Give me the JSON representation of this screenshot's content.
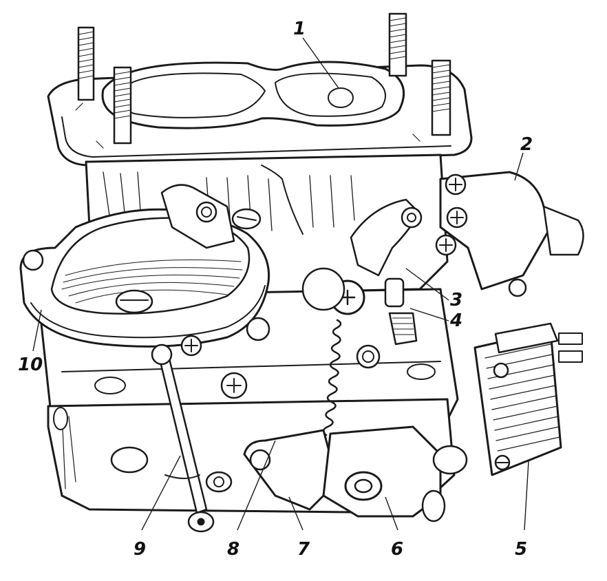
{
  "diagram": {
    "type": "technical-line-drawing",
    "subject_icon": "carburetor-icon",
    "ink_color": "#1a1a1a",
    "background_color": "#ffffff",
    "callouts": [
      {
        "id": "1",
        "label": "1"
      },
      {
        "id": "2",
        "label": "2"
      },
      {
        "id": "3",
        "label": "3"
      },
      {
        "id": "4",
        "label": "4"
      },
      {
        "id": "5",
        "label": "5"
      },
      {
        "id": "6",
        "label": "6"
      },
      {
        "id": "7",
        "label": "7"
      },
      {
        "id": "8",
        "label": "8"
      },
      {
        "id": "9",
        "label": "9"
      },
      {
        "id": "10",
        "label": "10"
      }
    ]
  }
}
